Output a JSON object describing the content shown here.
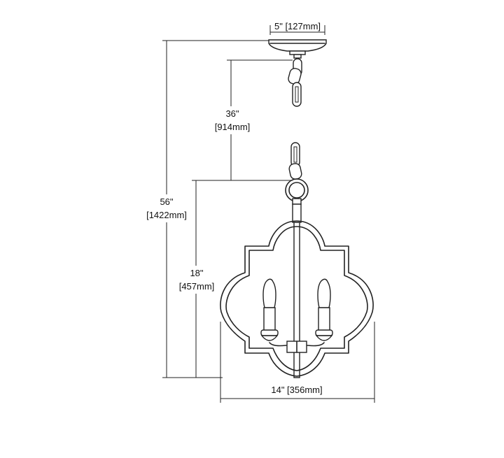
{
  "dimensions": {
    "canopy_width": "5\" [127mm]",
    "chain_length": {
      "imperial": "36\"",
      "metric": "[914mm]"
    },
    "overall_height": {
      "imperial": "56\"",
      "metric": "[1422mm]"
    },
    "fixture_height": {
      "imperial": "18\"",
      "metric": "[457mm]"
    },
    "fixture_width": "14\" [356mm]"
  },
  "colors": {
    "line": "#222222",
    "background": "#ffffff"
  }
}
